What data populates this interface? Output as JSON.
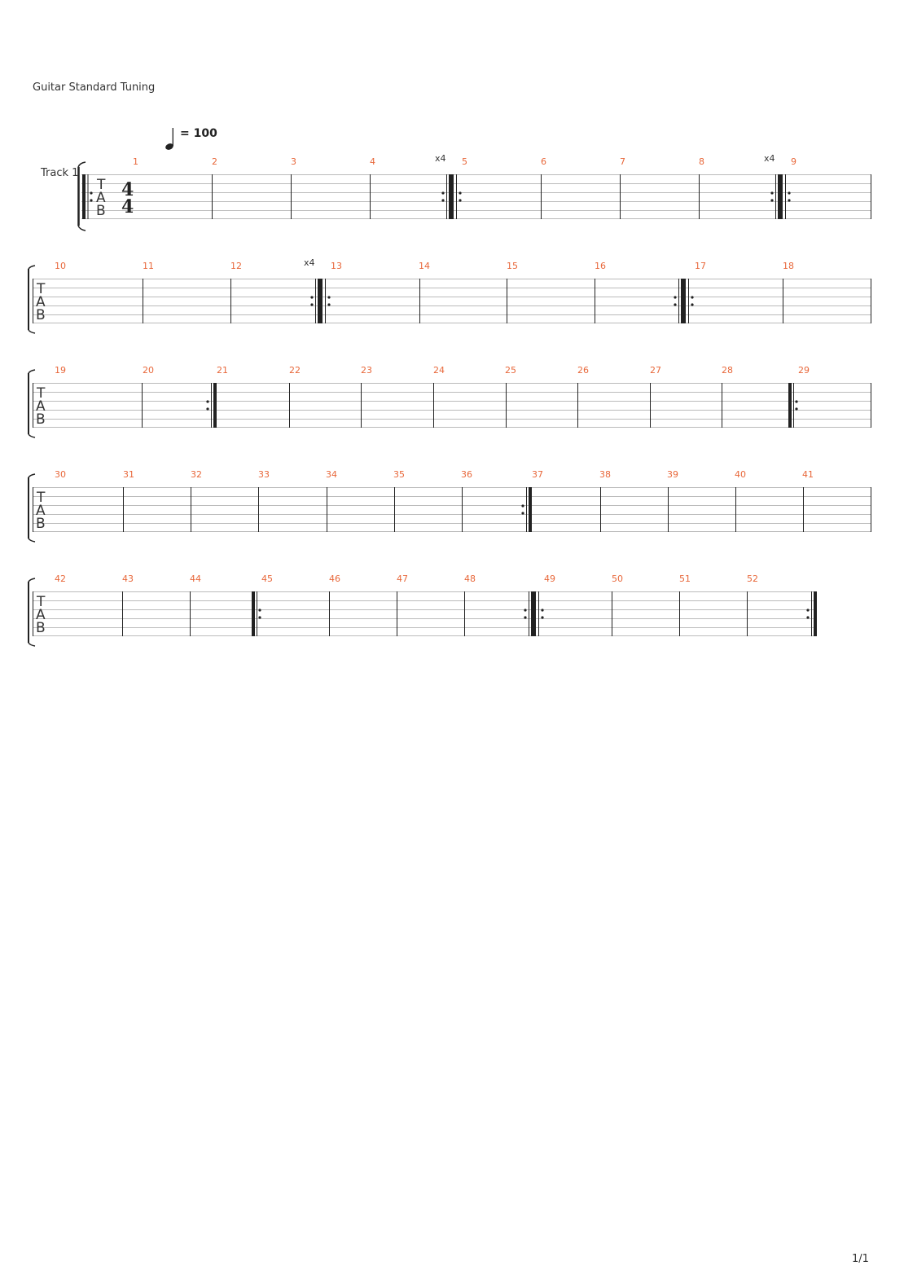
{
  "header": {
    "tuning": "Guitar Standard Tuning",
    "track_name": "Track 1",
    "tempo_value": "= 100"
  },
  "footer": {
    "page": "1/1"
  },
  "clef": {
    "letters": [
      "T",
      "A",
      "B"
    ]
  },
  "time_signature": {
    "numerator": "4",
    "denominator": "4"
  },
  "colors": {
    "measure_number": "#e8673a",
    "staff_line": "#bbbbbb",
    "barline": "#222222"
  },
  "systems": [
    {
      "measures": [
        "1",
        "2",
        "3",
        "4",
        "5",
        "6",
        "7",
        "8",
        "9"
      ],
      "repeat_counts": [
        {
          "before_measure": "5",
          "text": "x4"
        },
        {
          "before_measure": "9",
          "text": "x4"
        }
      ]
    },
    {
      "measures": [
        "10",
        "11",
        "12",
        "13",
        "14",
        "15",
        "16",
        "17",
        "18"
      ],
      "repeat_counts": [
        {
          "before_measure": "13",
          "text": "x4"
        }
      ]
    },
    {
      "measures": [
        "19",
        "20",
        "21",
        "22",
        "23",
        "24",
        "25",
        "26",
        "27",
        "28",
        "29"
      ],
      "repeat_counts": []
    },
    {
      "measures": [
        "30",
        "31",
        "32",
        "33",
        "34",
        "35",
        "36",
        "37",
        "38",
        "39",
        "40",
        "41"
      ],
      "repeat_counts": []
    },
    {
      "measures": [
        "42",
        "43",
        "44",
        "45",
        "46",
        "47",
        "48",
        "49",
        "50",
        "51",
        "52"
      ],
      "repeat_counts": []
    }
  ]
}
